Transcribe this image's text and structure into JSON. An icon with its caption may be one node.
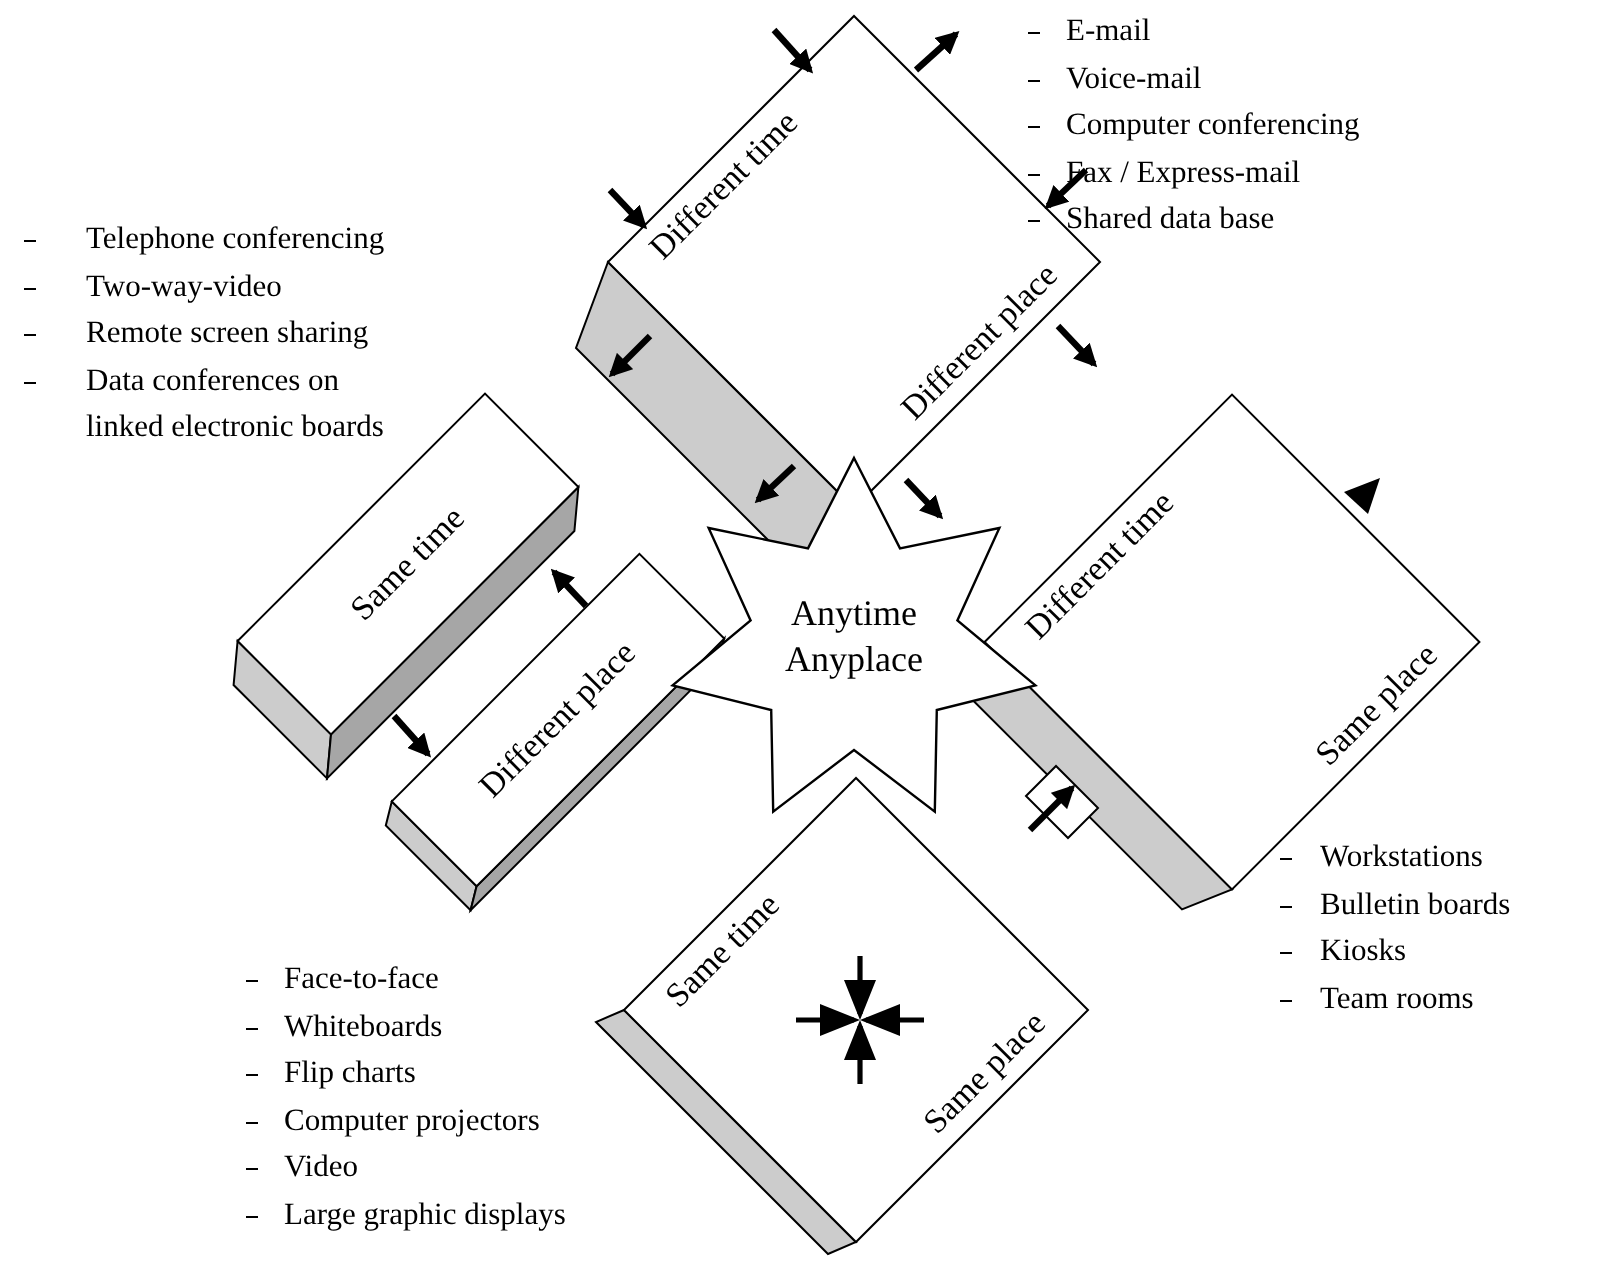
{
  "diagram": {
    "nodes": [
      {
        "text": [
          "Different time",
          "Different place"
        ]
      },
      {
        "text": [
          "Same time"
        ]
      },
      {
        "text": [
          "Different place"
        ]
      },
      {
        "text": [
          "Anytime Anyplace"
        ]
      },
      {
        "text": [
          "Different time",
          "Same place"
        ]
      },
      {
        "text": [
          "Same time",
          "Same place"
        ]
      }
    ],
    "edges": [
      {
        "from": 2,
        "to": 1,
        "arrow": "to"
      },
      {
        "from": 1,
        "to": 2,
        "arrow": "to"
      },
      {
        "from": 0,
        "to": 3,
        "arrow": "to"
      }
    ],
    "labels": [
      "E-mail",
      "Voice-mail",
      "Computer conferencing",
      "Fax / Express-mail",
      "Shared data base",
      "Telephone conferencing",
      "Two-way-video",
      "Remote screen sharing",
      "Data conferences on linked electronic boards",
      "Workstations",
      "Bulletin boards",
      "Kiosks",
      "Team rooms",
      "Face-to-face",
      "Whiteboards",
      "Flip charts",
      "Computer projectors",
      "Video",
      "Large graphic displays"
    ]
  }
}
